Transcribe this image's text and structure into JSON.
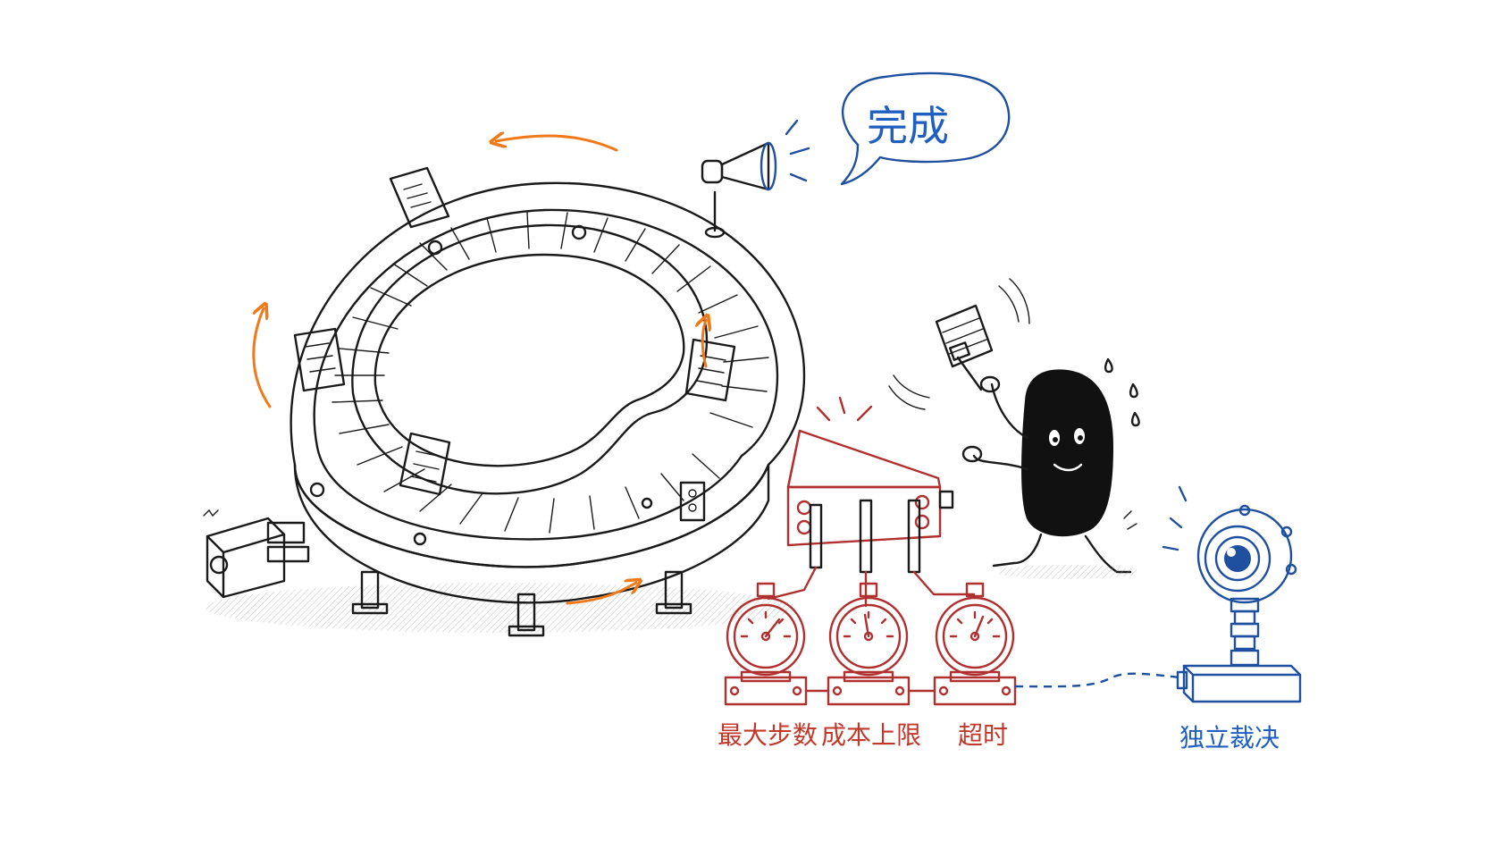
{
  "speech_bubble": {
    "text": "完成"
  },
  "gauges": [
    {
      "label": "最大步数"
    },
    {
      "label": "成本上限"
    },
    {
      "label": "超时"
    }
  ],
  "judge": {
    "label": "独立裁决"
  },
  "colors": {
    "ink": "#1a1a1a",
    "guardrail_red": "#d23a3a",
    "judge_blue": "#1f5fbf",
    "flow_orange": "#f07a1a"
  },
  "icons": [
    "loop-conveyor-icon",
    "megaphone-icon",
    "hammer-icon",
    "agent-character-icon",
    "pressure-gauge-icon",
    "camera-eye-icon",
    "motor-icon",
    "document-icon"
  ]
}
